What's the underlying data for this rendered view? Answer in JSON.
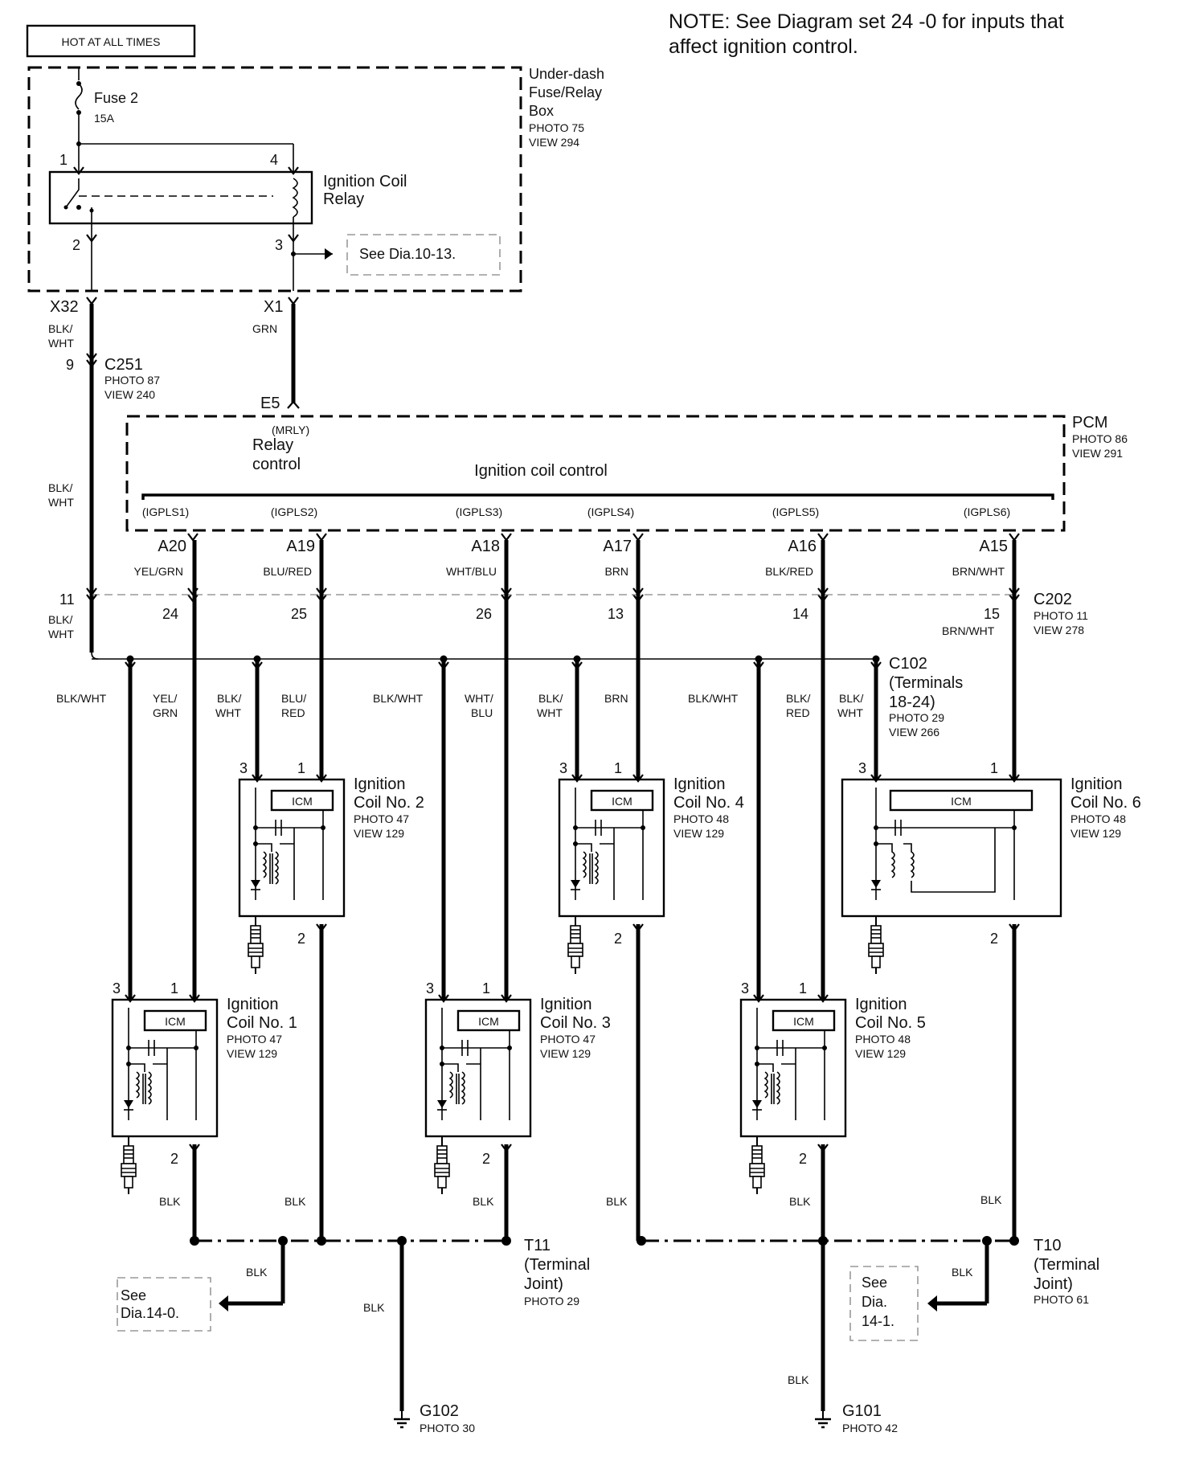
{
  "note": {
    "line1": "NOTE: See Diagram set 24 -0 for inputs that",
    "line2": "affect ignition control."
  },
  "hot_label": "HOT AT ALL TIMES",
  "fuse_box": {
    "fuse_name": "Fuse 2",
    "fuse_rating": "15A",
    "title1": "Under-dash",
    "title2": "Fuse/Relay",
    "title3": "Box",
    "photo": "PHOTO 75",
    "view": "VIEW 294",
    "relay1": "Ignition Coil",
    "relay2": "Relay",
    "pin1": "1",
    "pin2": "2",
    "pin3": "3",
    "pin4": "4",
    "see_ref": "See Dia.10-13."
  },
  "connectors": {
    "x32": "X32",
    "x1": "X1",
    "x32_color1": "BLK/",
    "x32_color2": "WHT",
    "x1_color": "GRN",
    "c251_pin": "9",
    "c251": "C251",
    "c251_photo": "PHOTO 87",
    "c251_view": "VIEW 240",
    "e5": "E5",
    "blkwht1": "BLK/",
    "blkwht2": "WHT"
  },
  "pcm": {
    "name": "PCM",
    "photo": "PHOTO 86",
    "view": "VIEW 291",
    "mrly": "(MRLY)",
    "relay_ctrl1": "Relay",
    "relay_ctrl2": "control",
    "coil_ctrl": "Ignition coil control",
    "igpls": [
      "(IGPLS1)",
      "(IGPLS2)",
      "(IGPLS3)",
      "(IGPLS4)",
      "(IGPLS5)",
      "(IGPLS6)"
    ],
    "pins": [
      "A20",
      "A19",
      "A18",
      "A17",
      "A16",
      "A15"
    ],
    "colors": [
      "YEL/GRN",
      "BLU/RED",
      "WHT/BLU",
      "BRN",
      "BLK/RED",
      "BRN/WHT"
    ]
  },
  "c202": {
    "name": "C202",
    "photo": "PHOTO 11",
    "view": "VIEW 278",
    "pin_left": "11",
    "pins": [
      "24",
      "25",
      "26",
      "13",
      "14",
      "15"
    ],
    "left_color1": "BLK/",
    "left_color2": "WHT",
    "brnwht": "BRN/WHT"
  },
  "c102": {
    "name": "C102",
    "t1": "(Terminals",
    "t2": "18-24)",
    "photo": "PHOTO 29",
    "view": "VIEW 266"
  },
  "branch_colors": {
    "c1_pin3": "BLK/WHT",
    "c1_pin1_a": "YEL/",
    "c1_pin1_b": "GRN",
    "c2_pin3_a": "BLK/",
    "c2_pin3_b": "WHT",
    "c2_pin1_a": "BLU/",
    "c2_pin1_b": "RED",
    "c3_pin3": "BLK/WHT",
    "c3_pin1_a": "WHT/",
    "c3_pin1_b": "BLU",
    "c4_pin3_a": "BLK/",
    "c4_pin3_b": "WHT",
    "c4_pin1": "BRN",
    "c5_pin3": "BLK/WHT",
    "c5_pin1_a": "BLK/",
    "c5_pin1_b": "RED",
    "c6_pin3_a": "BLK/",
    "c6_pin3_b": "WHT"
  },
  "coils": [
    {
      "name1": "Ignition",
      "name2": "Coil No. 1",
      "photo": "PHOTO 47",
      "view": "VIEW 129"
    },
    {
      "name1": "Ignition",
      "name2": "Coil No. 2",
      "photo": "PHOTO 47",
      "view": "VIEW 129"
    },
    {
      "name1": "Ignition",
      "name2": "Coil No. 3",
      "photo": "PHOTO 47",
      "view": "VIEW 129"
    },
    {
      "name1": "Ignition",
      "name2": "Coil No. 4",
      "photo": "PHOTO 48",
      "view": "VIEW 129"
    },
    {
      "name1": "Ignition",
      "name2": "Coil No. 5",
      "photo": "PHOTO 48",
      "view": "VIEW 129"
    },
    {
      "name1": "Ignition",
      "name2": "Coil No. 6",
      "photo": "PHOTO 48",
      "view": "VIEW 129"
    }
  ],
  "coil_pins": {
    "p1": "1",
    "p2": "2",
    "p3": "3",
    "icm": "ICM"
  },
  "ground": {
    "blk": "BLK",
    "t11": "T11",
    "t11_a": "(Terminal",
    "t11_b": "Joint)",
    "t11_photo": "PHOTO 29",
    "t10": "T10",
    "t10_a": "(Terminal",
    "t10_b": "Joint)",
    "t10_photo": "PHOTO 61",
    "see140_a": "See",
    "see140_b": "Dia.14-0.",
    "see141_a": "See",
    "see141_b": "Dia.",
    "see141_c": "14-1.",
    "g102": "G102",
    "g102_photo": "PHOTO 30",
    "g101": "G101",
    "g101_photo": "PHOTO 42"
  }
}
